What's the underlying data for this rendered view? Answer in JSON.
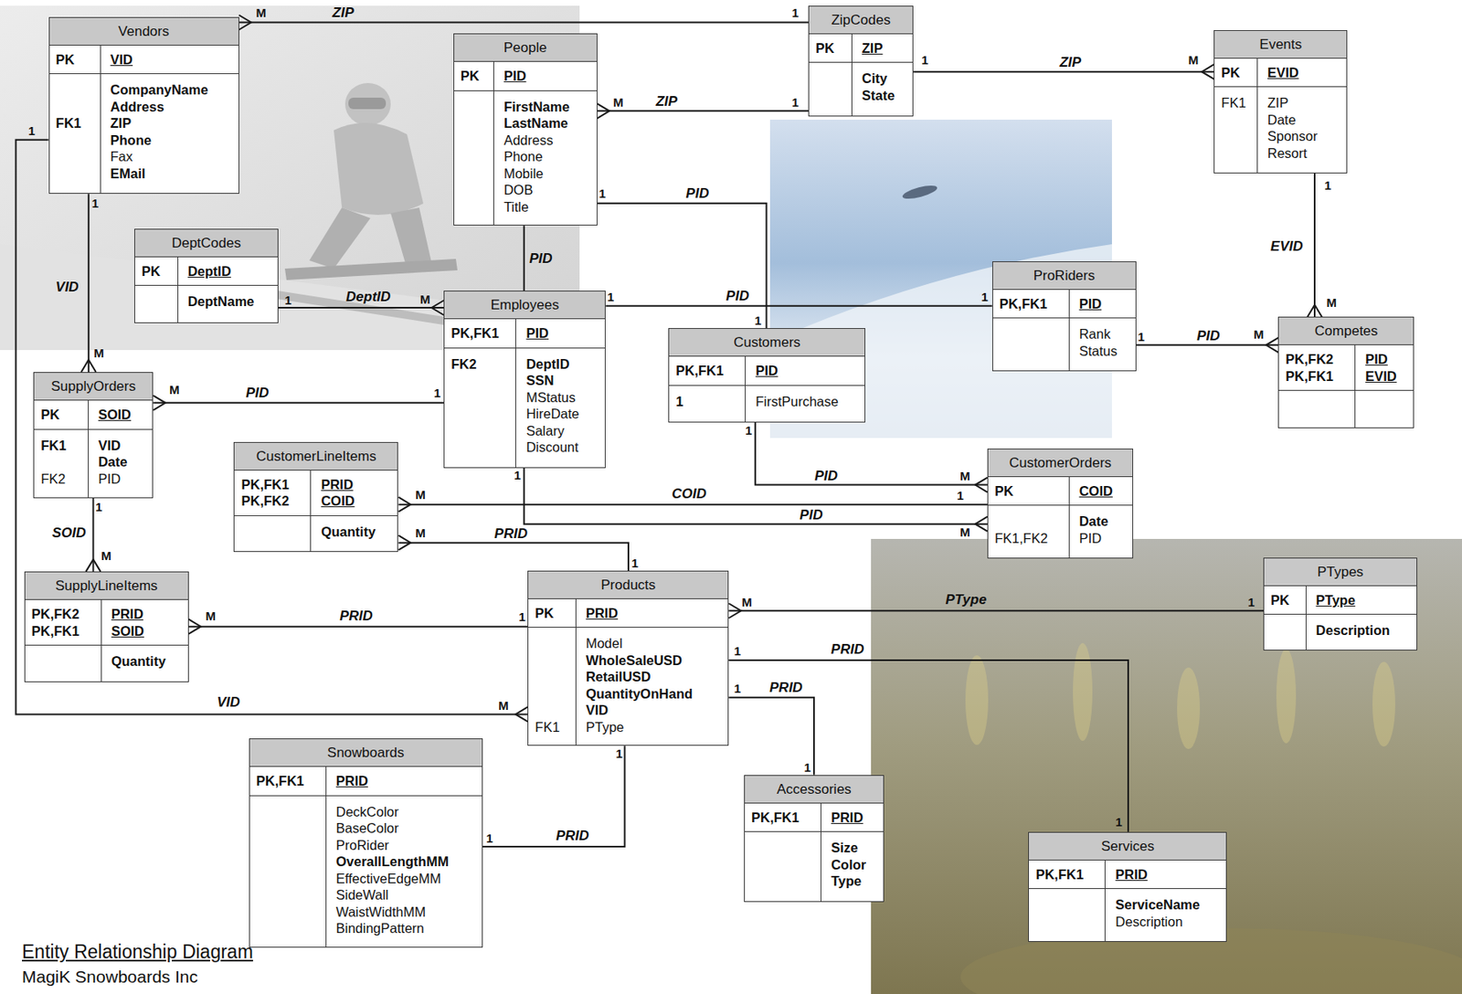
{
  "diagram": {
    "title": "Entity Relationship Diagram",
    "caption": "MagiK Snowboards Inc",
    "nodes": [
      {
        "text": [
          "Vendors",
          "PK",
          "VID",
          "CompanyName",
          "Address",
          "FK1",
          "ZIP",
          "Phone",
          "Fax",
          "EMail"
        ]
      },
      {
        "text": [
          "People",
          "PK",
          "PID",
          "FirstName",
          "LastName",
          "Address",
          "Phone",
          "Mobile",
          "DOB",
          "Title"
        ]
      },
      {
        "text": [
          "ZipCodes",
          "PK",
          "ZIP",
          "City",
          "State"
        ]
      },
      {
        "text": [
          "Events",
          "PK",
          "EVID",
          "FK1",
          "ZIP",
          "Date",
          "Sponsor",
          "Resort"
        ]
      },
      {
        "text": [
          "DeptCodes",
          "PK",
          "DeptID",
          "DeptName"
        ]
      },
      {
        "text": [
          "ProRiders",
          "PK,FK1",
          "PID",
          "Rank",
          "Status"
        ]
      },
      {
        "text": [
          "Employees",
          "PK,FK1",
          "PID",
          "FK2",
          "DeptID",
          "SSN",
          "MStatus",
          "HireDate",
          "Salary",
          "Discount"
        ]
      },
      {
        "text": [
          "Competes",
          "PK,FK2",
          "PID",
          "PK,FK1",
          "EVID"
        ]
      },
      {
        "text": [
          "Customers",
          "PK,FK1",
          "PID",
          "1",
          "FirstPurchase"
        ]
      },
      {
        "text": [
          "SupplyOrders",
          "PK",
          "SOID",
          "FK1",
          "VID",
          "Date",
          "FK2",
          "PID"
        ]
      },
      {
        "text": [
          "CustomerLineItems",
          "PK,FK1",
          "PRID",
          "PK,FK2",
          "COID",
          "Quantity"
        ]
      },
      {
        "text": [
          "CustomerOrders",
          "PK",
          "COID",
          "Date",
          "FK1,FK2",
          "PID"
        ]
      },
      {
        "text": [
          "SupplyLineItems",
          "PK,FK2",
          "PRID",
          "PK,FK1",
          "SOID",
          "Quantity"
        ]
      },
      {
        "text": [
          "Products",
          "PK",
          "PRID",
          "Model",
          "WholeSaleUSD",
          "RetailUSD",
          "QuantityOnHand",
          "VID",
          "FK1",
          "PType"
        ]
      },
      {
        "text": [
          "PTypes",
          "PK",
          "PType",
          "Description"
        ]
      },
      {
        "text": [
          "Snowboards",
          "PK,FK1",
          "PRID",
          "DeckColor",
          "BaseColor",
          "ProRider",
          "OverallLengthMM",
          "EffectiveEdgeMM",
          "SideWall",
          "WaistWidthMM",
          "BindingPattern"
        ]
      },
      {
        "text": [
          "Accessories",
          "PK,FK1",
          "PRID",
          "Size",
          "Color",
          "Type"
        ]
      },
      {
        "text": [
          "Services",
          "PK,FK1",
          "PRID",
          "ServiceName",
          "Description"
        ]
      }
    ],
    "edges": [
      {
        "from": 2,
        "to": 0,
        "label": "ZIP",
        "arrow": "to"
      },
      {
        "from": 2,
        "to": 1,
        "label": "ZIP",
        "arrow": "to"
      },
      {
        "from": 2,
        "to": 3,
        "label": "ZIP",
        "arrow": "to"
      },
      {
        "from": 0,
        "to": 9,
        "label": "VID",
        "arrow": "to"
      },
      {
        "from": 0,
        "to": 13,
        "label": "VID",
        "arrow": "to"
      },
      {
        "from": 1,
        "to": 6,
        "label": "PID",
        "arrow": "none"
      },
      {
        "from": 1,
        "to": 8,
        "label": "PID",
        "arrow": "none"
      },
      {
        "from": 4,
        "to": 6,
        "label": "DeptID",
        "arrow": "to"
      },
      {
        "from": 6,
        "to": 5,
        "label": "PID",
        "arrow": "none"
      },
      {
        "from": 3,
        "to": 7,
        "label": "EVID",
        "arrow": "to"
      },
      {
        "from": 5,
        "to": 7,
        "label": "PID",
        "arrow": "to"
      },
      {
        "from": 6,
        "to": 9,
        "label": "PID",
        "arrow": "to"
      },
      {
        "from": 8,
        "to": 11,
        "label": "PID",
        "arrow": "to"
      },
      {
        "from": 11,
        "to": 10,
        "label": "COID",
        "arrow": "to"
      },
      {
        "from": 6,
        "to": 11,
        "label": "PID",
        "arrow": "to"
      },
      {
        "from": 13,
        "to": 10,
        "label": "PRID",
        "arrow": "to"
      },
      {
        "from": 9,
        "to": 12,
        "label": "SOID",
        "arrow": "to"
      },
      {
        "from": 13,
        "to": 12,
        "label": "PRID",
        "arrow": "to"
      },
      {
        "from": 14,
        "to": 13,
        "label": "PType",
        "arrow": "to"
      },
      {
        "from": 13,
        "to": 17,
        "label": "PRID",
        "arrow": "none"
      },
      {
        "from": 13,
        "to": 16,
        "label": "PRID",
        "arrow": "none"
      },
      {
        "from": 13,
        "to": 15,
        "label": "PRID",
        "arrow": "none"
      }
    ],
    "labels": [
      "M",
      "1",
      "M",
      "1",
      "1",
      "M",
      "1",
      "M",
      "1",
      "M",
      "1",
      "1",
      "1",
      "M",
      "1",
      "1",
      "1",
      "M",
      "1",
      "M",
      "1",
      "M",
      "1",
      "M",
      "1",
      "M",
      "1",
      "M",
      "1",
      "M",
      "1",
      "M",
      "1",
      "M",
      "1",
      "M",
      "1",
      "1",
      "1",
      "1",
      "1",
      "1"
    ]
  }
}
